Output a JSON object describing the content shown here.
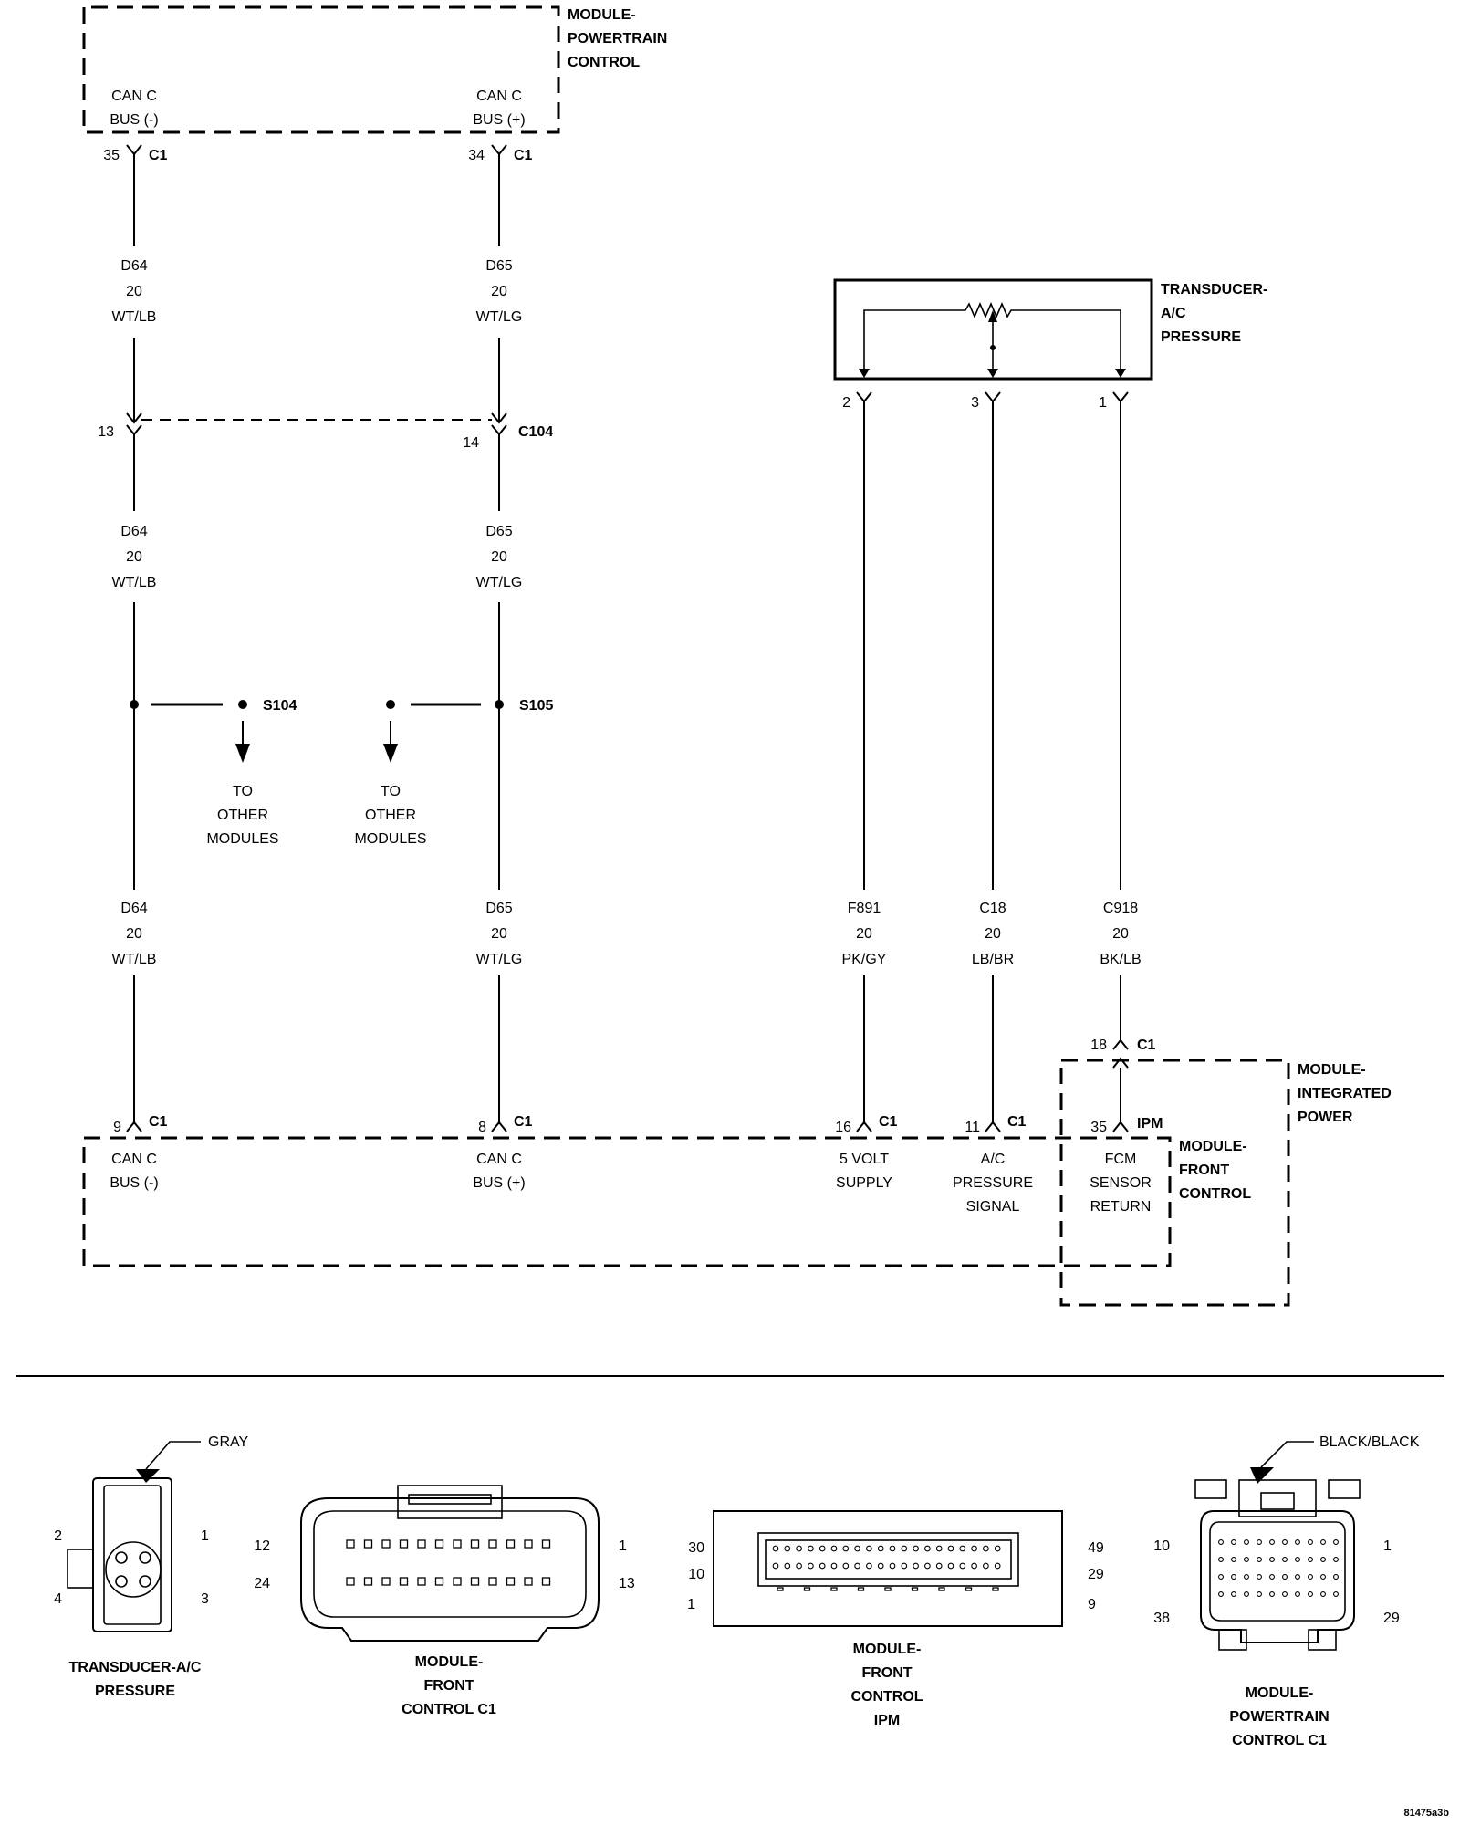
{
  "modules": {
    "pcm": {
      "title": [
        "MODULE-",
        "POWERTRAIN",
        "CONTROL"
      ]
    },
    "transducer": {
      "title": [
        "TRANSDUCER-",
        "A/C",
        "PRESSURE"
      ]
    },
    "ipm": {
      "title": [
        "MODULE-",
        "INTEGRATED",
        "POWER"
      ]
    },
    "fcm": {
      "title": [
        "MODULE-",
        "FRONT",
        "CONTROL"
      ]
    }
  },
  "pcm_pins": {
    "can_minus": [
      "CAN C",
      "BUS (-)"
    ],
    "can_plus": [
      "CAN C",
      "BUS (+)"
    ],
    "pin35": "35",
    "pin34": "34",
    "conn": "C1"
  },
  "wires": {
    "d64": {
      "circuit": "D64",
      "gauge": "20",
      "color": "WT/LB"
    },
    "d65": {
      "circuit": "D65",
      "gauge": "20",
      "color": "WT/LG"
    },
    "f891": {
      "circuit": "F891",
      "gauge": "20",
      "color": "PK/GY"
    },
    "c18": {
      "circuit": "C18",
      "gauge": "20",
      "color": "LB/BR"
    },
    "c918": {
      "circuit": "C918",
      "gauge": "20",
      "color": "BK/LB"
    }
  },
  "c104": {
    "name": "C104",
    "pin13": "13",
    "pin14": "14"
  },
  "splices": {
    "s104": {
      "name": "S104",
      "dest": [
        "TO",
        "OTHER",
        "MODULES"
      ]
    },
    "s105": {
      "name": "S105",
      "dest": [
        "TO",
        "OTHER",
        "MODULES"
      ]
    }
  },
  "transducer_pins": {
    "p2": "2",
    "p3": "3",
    "p1": "1"
  },
  "ipm_conn": {
    "pin18": "18",
    "c1": "C1",
    "pin35": "35",
    "ipm": "IPM"
  },
  "fcm_pins": {
    "p9": "9",
    "p8": "8",
    "p16": "16",
    "p11": "11",
    "c1": "C1",
    "can_minus": [
      "CAN C",
      "BUS (-)"
    ],
    "can_plus": [
      "CAN C",
      "BUS (+)"
    ],
    "supply": [
      "5 VOLT",
      "SUPPLY"
    ],
    "signal": [
      "A/C",
      "PRESSURE",
      "SIGNAL"
    ],
    "return": [
      "FCM",
      "SENSOR",
      "RETURN"
    ]
  },
  "connector_views": {
    "transducer": {
      "color": "GRAY",
      "pins": [
        "2",
        "1",
        "4",
        "3"
      ],
      "title": [
        "TRANSDUCER-A/C",
        "PRESSURE"
      ]
    },
    "fcm_c1": {
      "pins": [
        "12",
        "24",
        "1",
        "13"
      ],
      "title": [
        "MODULE-",
        "FRONT",
        "CONTROL C1"
      ]
    },
    "fcm_ipm": {
      "pins": [
        "30",
        "10",
        "1",
        "49",
        "29",
        "9"
      ],
      "title": [
        "MODULE-",
        "FRONT",
        "CONTROL",
        "IPM"
      ]
    },
    "pcm_c1": {
      "color": "BLACK/BLACK",
      "pins": [
        "10",
        "38",
        "1",
        "29"
      ],
      "title": [
        "MODULE-",
        "POWERTRAIN",
        "CONTROL C1"
      ]
    }
  },
  "figure_id": "81475a3b"
}
